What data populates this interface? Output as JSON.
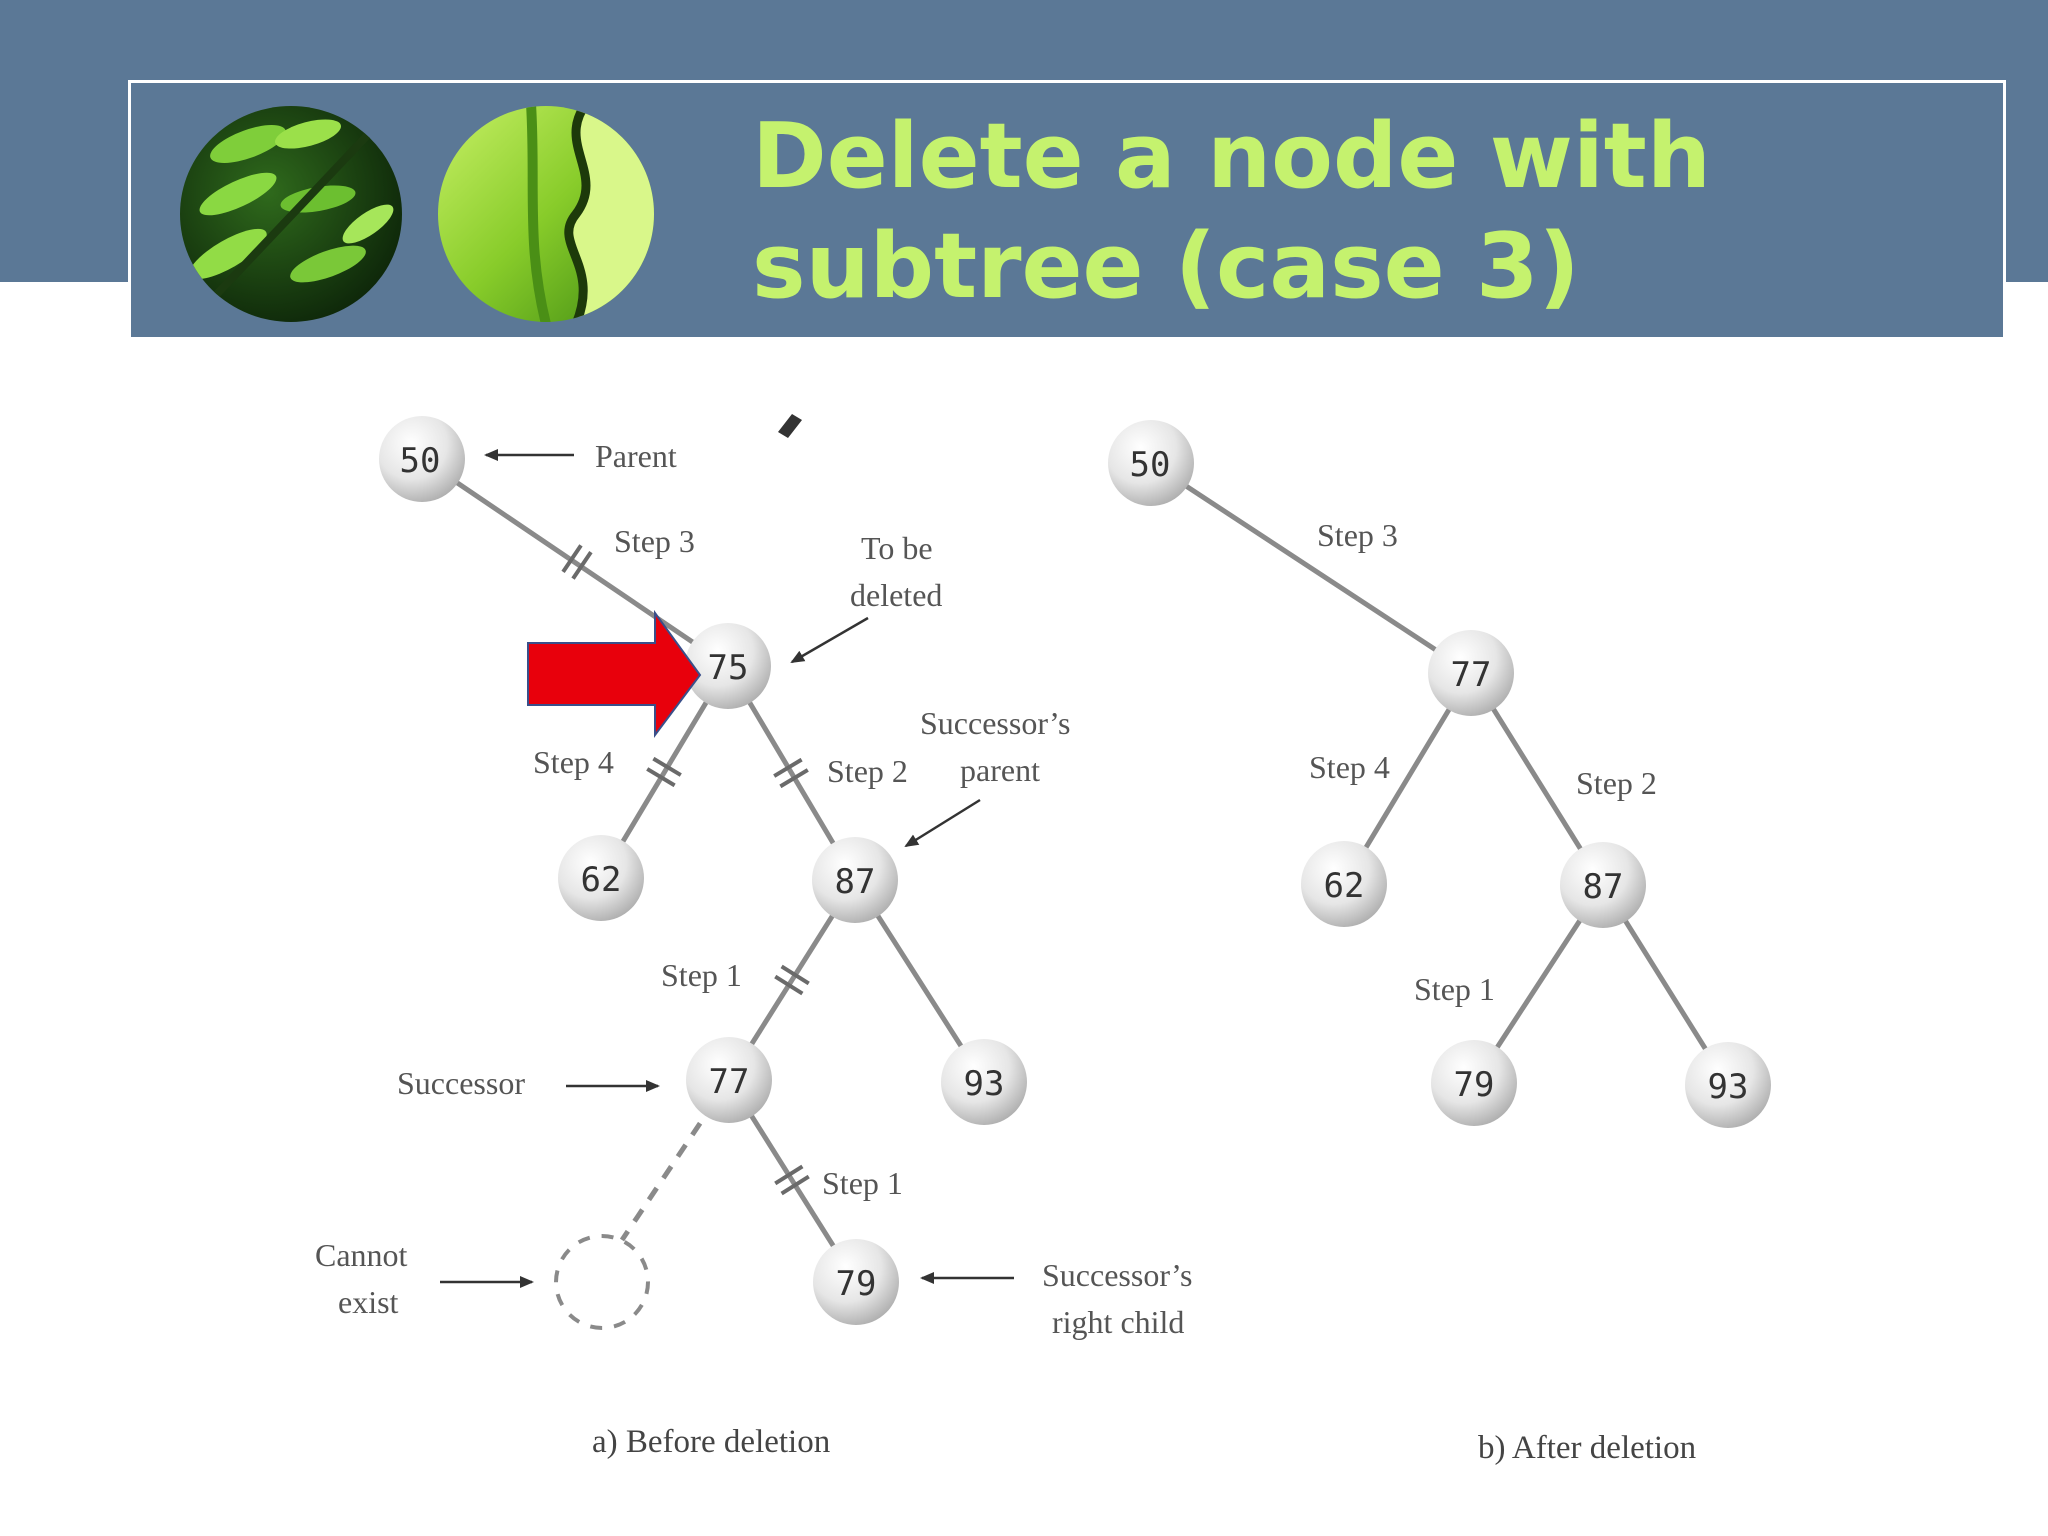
{
  "slide": {
    "title_line1": "Delete a node with",
    "title_line2": "subtree (case 3)",
    "colors": {
      "band": "#5b7896",
      "title": "#c5f26e",
      "highlight_arrow": "#e8000c"
    },
    "images": [
      "leaf-photo",
      "leaf-photo"
    ]
  },
  "diagram": {
    "before": {
      "nodes": {
        "n50": "50",
        "n75": "75",
        "n62": "62",
        "n87": "87",
        "n77": "77",
        "n93": "93",
        "n79": "79"
      },
      "labels": {
        "parent": "Parent",
        "to_be_1": "To be",
        "to_be_2": "deleted",
        "step3": "Step 3",
        "step4": "Step 4",
        "step2": "Step 2",
        "succ_parent_1": "Successor’s",
        "succ_parent_2": "parent",
        "step1_a": "Step 1",
        "successor": "Successor",
        "step1_b": "Step 1",
        "cannot_1": "Cannot",
        "cannot_2": "exist",
        "succ_right_1": "Successor’s",
        "succ_right_2": "right child"
      },
      "caption": "a) Before deletion"
    },
    "after": {
      "nodes": {
        "n50": "50",
        "n77": "77",
        "n62": "62",
        "n87": "87",
        "n79": "79",
        "n93": "93"
      },
      "labels": {
        "step3": "Step 3",
        "step4": "Step 4",
        "step2": "Step 2",
        "step1": "Step 1"
      },
      "caption": "b) After deletion"
    }
  }
}
